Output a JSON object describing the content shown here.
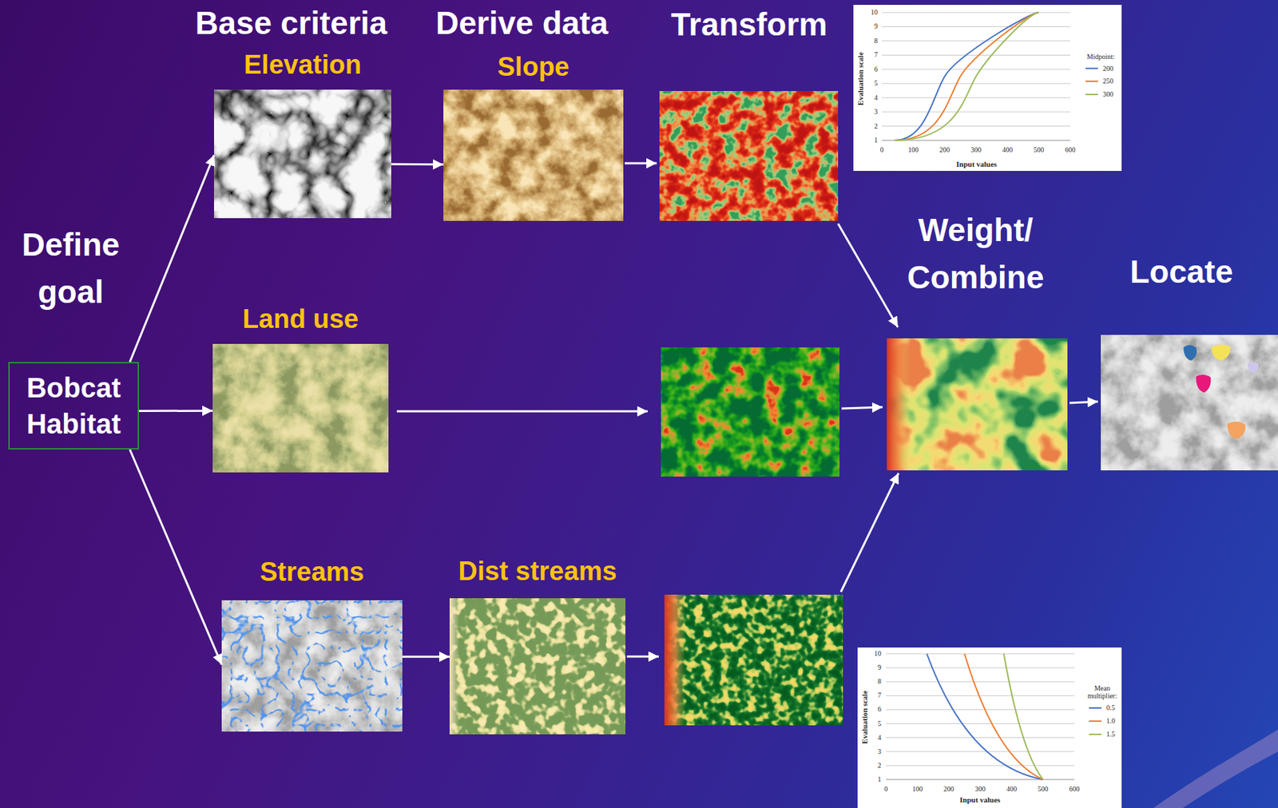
{
  "diagram": {
    "nodes": [
      {
        "text": [
          "Bobcat Habitat"
        ]
      },
      {
        "text": [
          "Elevation"
        ]
      },
      {
        "text": [
          "Slope"
        ]
      },
      {
        "text": [
          "Land use"
        ]
      },
      {
        "text": [
          "Streams"
        ]
      },
      {
        "text": [
          "Dist streams"
        ]
      }
    ],
    "edges": [
      {
        "from": 0,
        "to": 1,
        "arrow": "to"
      },
      {
        "from": 0,
        "to": 3,
        "arrow": "to"
      },
      {
        "from": 0,
        "to": 4,
        "arrow": "to"
      },
      {
        "from": 1,
        "to": 2,
        "arrow": "to"
      },
      {
        "from": 4,
        "to": 5,
        "arrow": "to"
      }
    ],
    "labels": [
      "Define goal",
      "Base criteria",
      "Derive data",
      "Transform",
      "Weight/ Combine",
      "Locate",
      "10",
      "9",
      "8",
      "7",
      "6",
      "5",
      "4",
      "3",
      "2",
      "1",
      "0",
      "100",
      "200",
      "300",
      "400",
      "500",
      "600",
      "Evaluation scale",
      "Input values",
      "Midpoint:",
      "10",
      "9",
      "8",
      "7",
      "6",
      "5",
      "4",
      "3",
      "2",
      "1",
      "0",
      "100",
      "200",
      "300",
      "400",
      "500",
      "600",
      "Evaluation scale",
      "Input values",
      "Mean multiplier:"
    ],
    "legend": [
      {
        "text": "200"
      },
      {
        "text": "250"
      },
      {
        "text": "300"
      },
      {
        "text": "0.5"
      },
      {
        "text": "1.0"
      },
      {
        "text": "1.5"
      }
    ]
  }
}
